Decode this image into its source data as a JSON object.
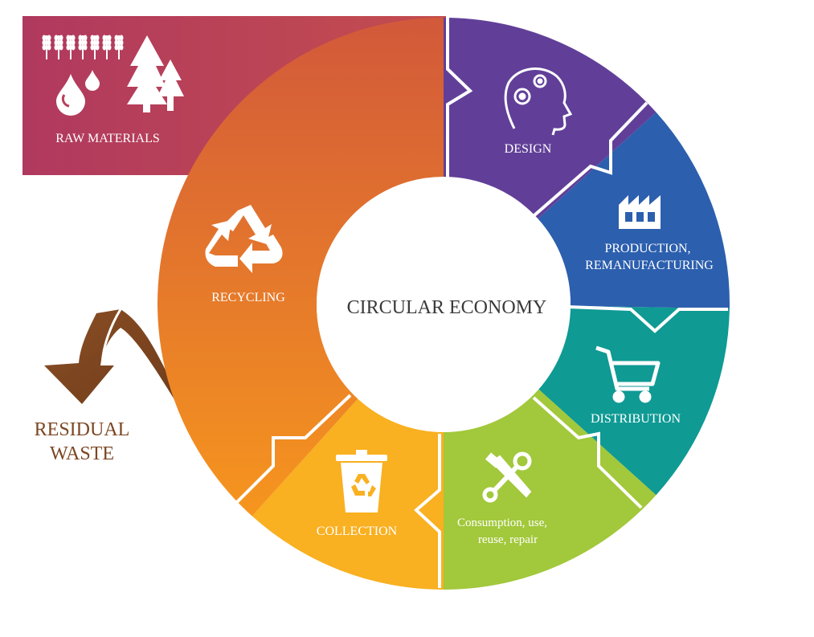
{
  "center": {
    "title": "CIRCULAR ECONOMY"
  },
  "raw_materials": {
    "label": "RAW MATERIALS",
    "color": "#b0395f",
    "color_end": "#c44d4e"
  },
  "residual_waste": {
    "line1": "RESIDUAL",
    "line2": "WASTE",
    "color": "#7c4621"
  },
  "segments": [
    {
      "id": "recycling",
      "label": "RECYCLING",
      "icon": "recycle-icon",
      "color_top": "#d2593a",
      "color_bottom": "#f6951e"
    },
    {
      "id": "design",
      "label": "DESIGN",
      "icon": "head-gears-icon",
      "color": "#613f98"
    },
    {
      "id": "production",
      "line1": "PRODUCTION,",
      "line2": "REMANUFACTURING",
      "icon": "factory-icon",
      "color": "#2c5fae"
    },
    {
      "id": "distribution",
      "label": "DISTRIBUTION",
      "icon": "shopping-cart-icon",
      "color": "#0f9a94"
    },
    {
      "id": "consumption",
      "line1": "Consumption, use,",
      "line2": "reuse, repair",
      "icon": "wrench-screwdriver-icon",
      "color": "#a2c83b"
    },
    {
      "id": "collection",
      "label": "COLLECTION",
      "icon": "recycle-bin-icon",
      "color": "#f9b021"
    }
  ]
}
